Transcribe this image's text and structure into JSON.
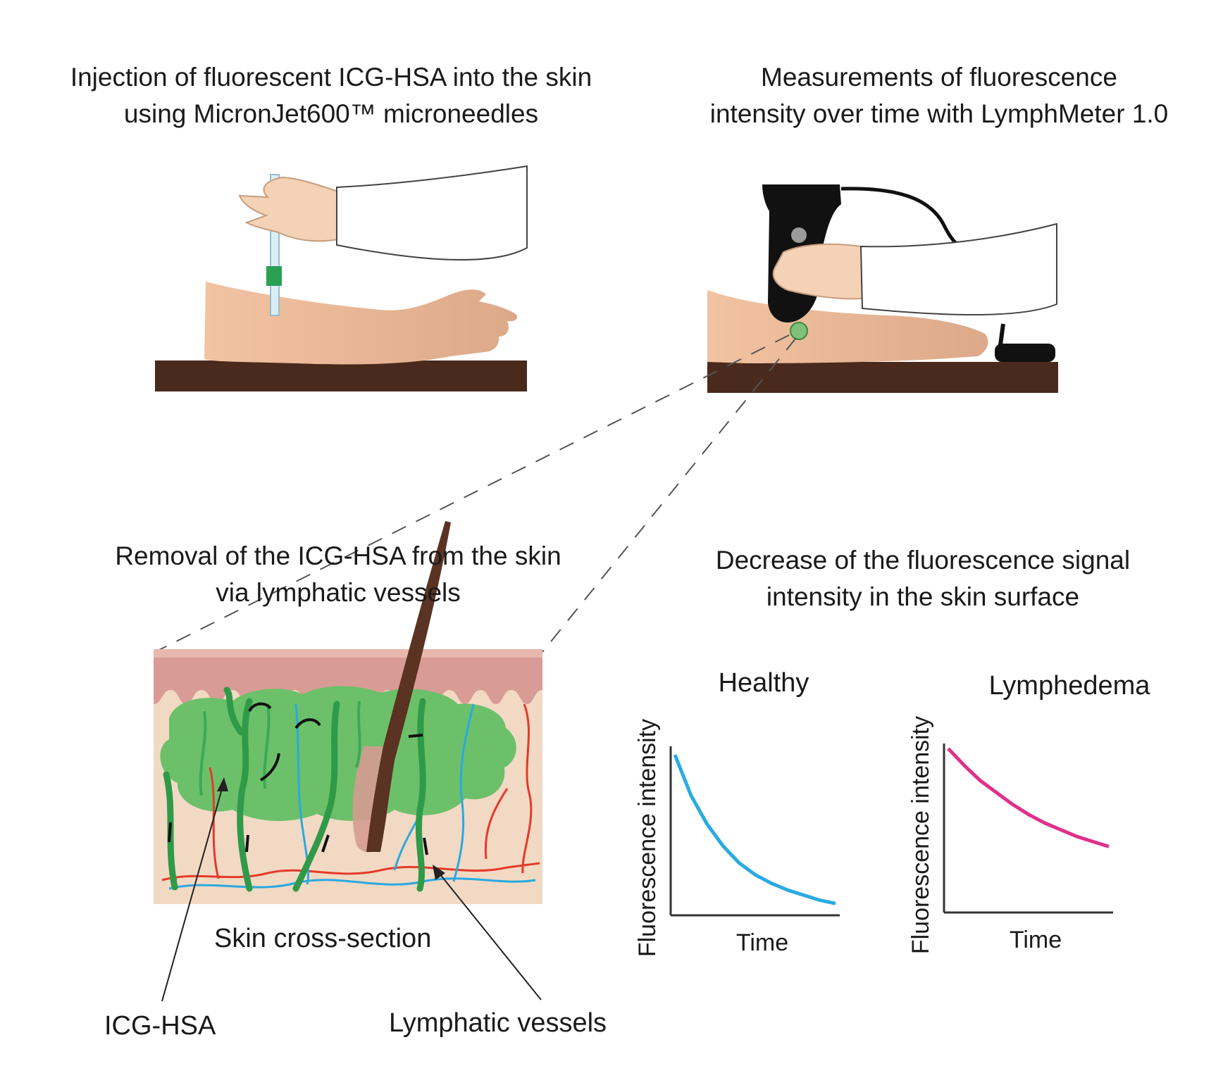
{
  "captions": {
    "injection": [
      "Injection of fluorescent ICG-HSA into the skin",
      "using MicronJet600™ microneedles"
    ],
    "measurement": [
      "Measurements of fluorescence",
      "intensity over time with LymphMeter 1.0"
    ],
    "removal": [
      "Removal of the ICG-HSA from the skin",
      "via lymphatic vessels"
    ],
    "decrease": [
      "Decrease of the fluorescence signal",
      "intensity in the skin surface"
    ]
  },
  "labels": {
    "cross_section": "Skin cross-section",
    "icg_hsa": "ICG-HSA",
    "lymphatic_vessels": "Lymphatic vessels"
  },
  "colors": {
    "table": "#4a2a1c",
    "skin": "#f0c8a8",
    "dermis_top": "#d9a09a",
    "icg_green": "#6cc06a",
    "vessel_green": "#2f9a48",
    "blood_red": "#e53a2a",
    "lymph_blue": "#29a9e1",
    "healthy_curve": "#29abe2",
    "lymphedema_curve": "#e0308a"
  },
  "chart_data": [
    {
      "type": "line",
      "title": "Healthy",
      "xlabel": "Time",
      "ylabel": "Fluorescence intensity",
      "series": [
        {
          "x": [
            0,
            0.1,
            0.2,
            0.3,
            0.4,
            0.5,
            0.6,
            0.7,
            0.8,
            0.9,
            1.0
          ],
          "values": [
            0.95,
            0.71,
            0.54,
            0.41,
            0.31,
            0.24,
            0.19,
            0.15,
            0.12,
            0.09,
            0.07
          ]
        }
      ]
    },
    {
      "type": "line",
      "title": "Lymphedema",
      "xlabel": "Time",
      "ylabel": "Fluorescence intensity",
      "series": [
        {
          "x": [
            0,
            0.1,
            0.2,
            0.3,
            0.4,
            0.5,
            0.6,
            0.7,
            0.8,
            0.9,
            1.0
          ],
          "values": [
            0.97,
            0.87,
            0.78,
            0.71,
            0.64,
            0.58,
            0.53,
            0.49,
            0.45,
            0.42,
            0.39
          ]
        }
      ]
    }
  ]
}
